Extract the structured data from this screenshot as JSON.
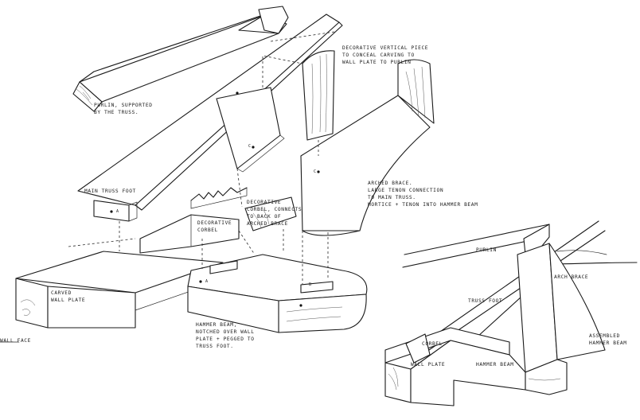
{
  "labels": {
    "purlin_supported": "PURLIN, SUPPORTED\nBY THE TRUSS.",
    "decorative_vertical_piece": "DECORATIVE VERTICAL PIECE\nTO CONCEAL CARVING TO\nWALL PLATE TO PURLIN",
    "main_truss_foot": "MAIN TRUSS FOOT",
    "arched_brace": "ARCHED BRACE.\nLARGE TENON CONNECTION\nTO MAIN TRUSS.\nMORTICE + TENON INTO HAMMER BEAM",
    "decorative_corbel_top": "DECORATIVE\nCORBEL, CONNECTS\nTO BACK OF\nARCHED BRACE",
    "decorative_corbel_mid": "DECORATIVE\nCORBEL",
    "carved_wall_plate": "CARVED\nWALL PLATE",
    "hammer_beam_note": "HAMMER BEAM,\nNOTCHED OVER WALL\nPLATE + PEGGED TO\nTRUSS FOOT.",
    "wall_face": "WALL FACE",
    "purlin_small": "PURLIN",
    "arch_brace": "ARCH BRACE",
    "truss_foot": "TRUSS FOOT",
    "corbel_small": "CORBEL",
    "wall_plate_small": "WALL PLATE",
    "hammer_beam_small": "HAMMER BEAM",
    "assembled_hammer_beam": "ASSEMBLED\nHAMMER BEAM"
  },
  "peg_marks": {
    "a": "A",
    "b": "B",
    "c": "C"
  }
}
